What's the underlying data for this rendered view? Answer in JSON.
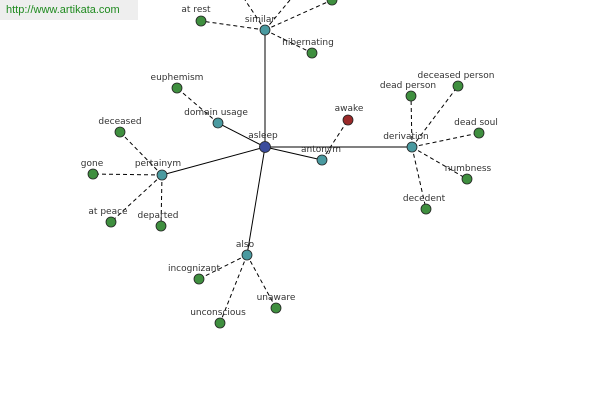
{
  "watermark": "http://www.artikata.com",
  "colors": {
    "center": "#3b4c9c",
    "relation": "#4a9aa0",
    "leaf": "#3f8f3f",
    "antonym_leaf": "#9b2a2a",
    "stroke": "#222222",
    "edge": "#000000"
  },
  "center": {
    "id": "asleep",
    "label": "asleep"
  },
  "relations": [
    {
      "id": "similar",
      "label": "similar"
    },
    {
      "id": "domain-usage",
      "label": "domain usage"
    },
    {
      "id": "pertainym",
      "label": "pertainym"
    },
    {
      "id": "also",
      "label": "also"
    },
    {
      "id": "antonym",
      "label": "antonym"
    },
    {
      "id": "derivation",
      "label": "derivation"
    }
  ],
  "leaves": [
    {
      "id": "at-rest",
      "label": "at rest",
      "relation": "similar"
    },
    {
      "id": "hibernating",
      "label": "hibernating",
      "relation": "similar"
    },
    {
      "id": "similar-extra-1",
      "label": "",
      "relation": "similar"
    },
    {
      "id": "euphemism",
      "label": "euphemism",
      "relation": "domain-usage"
    },
    {
      "id": "deceased",
      "label": "deceased",
      "relation": "pertainym"
    },
    {
      "id": "gone",
      "label": "gone",
      "relation": "pertainym"
    },
    {
      "id": "at-peace",
      "label": "at peace",
      "relation": "pertainym"
    },
    {
      "id": "departed",
      "label": "departed",
      "relation": "pertainym"
    },
    {
      "id": "incognizant",
      "label": "incognizant",
      "relation": "also"
    },
    {
      "id": "unaware",
      "label": "unaware",
      "relation": "also"
    },
    {
      "id": "unconscious",
      "label": "unconscious",
      "relation": "also"
    },
    {
      "id": "awake",
      "label": "awake",
      "relation": "antonym",
      "type": "antonym"
    },
    {
      "id": "dead-person",
      "label": "dead person",
      "relation": "derivation"
    },
    {
      "id": "deceased-person",
      "label": "deceased person",
      "relation": "derivation"
    },
    {
      "id": "dead-soul",
      "label": "dead soul",
      "relation": "derivation"
    },
    {
      "id": "numbness",
      "label": "numbness",
      "relation": "derivation"
    },
    {
      "id": "decedent",
      "label": "decedent",
      "relation": "derivation"
    }
  ]
}
